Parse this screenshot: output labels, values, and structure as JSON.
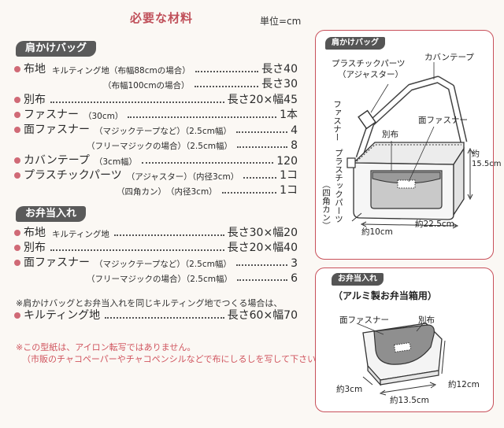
{
  "header": {
    "title": "必要な材料",
    "unit": "単位=cm"
  },
  "shoulder_bag": {
    "badge": "肩かけバッグ",
    "rows": [
      {
        "name": "布地",
        "sub": "キルティング地（布幅88cmの場合）",
        "value": "長さ40"
      },
      {
        "name": "",
        "sub": "（布幅100cmの場合）",
        "value": "長さ30"
      },
      {
        "name": "別布",
        "sub": "",
        "value": "長さ20×幅45"
      },
      {
        "name": "ファスナー",
        "sub": "（30cm）",
        "value": "1本"
      },
      {
        "name": "面ファスナー",
        "sub": "（マジックテープなど）（2.5cm幅）",
        "value": "4"
      },
      {
        "name": "",
        "sub": "（フリーマジックの場合）（2.5cm幅）",
        "value": "8"
      },
      {
        "name": "カバンテープ",
        "sub": "（3cm幅）",
        "value": "120"
      },
      {
        "name": "プラスチックパーツ",
        "sub": "（アジャスター）（内径3cm）",
        "value": "1コ"
      },
      {
        "name": "",
        "sub": "（四角カン）　（内径3cm）",
        "value": "1コ"
      }
    ]
  },
  "lunch_case": {
    "badge": "お弁当入れ",
    "rows": [
      {
        "name": "布地",
        "sub": "キルティング地",
        "value": "長さ30×幅20"
      },
      {
        "name": "別布",
        "sub": "",
        "value": "長さ20×幅40"
      },
      {
        "name": "面ファスナー",
        "sub": "（マジックテープなど）（2.5cm幅）",
        "value": "3"
      },
      {
        "name": "",
        "sub": "（フリーマジックの場合）（2.5cm幅）",
        "value": "6"
      }
    ]
  },
  "shared_note": "※肩かけバッグとお弁当入れを同じキルティング地でつくる場合は、",
  "shared_row": {
    "name": "キルティング地",
    "value": "長さ60×幅70"
  },
  "warnings": [
    "※この型紙は、アイロン転写ではありません。",
    "（市販のチャコペーパーやチャコペンシルなどで布にしるしを写して下さい。）"
  ],
  "bag_panel": {
    "badge": "肩かけバッグ",
    "labels": {
      "plastic_parts": "プラスチックパーツ",
      "adjuster": "（アジャスター）",
      "bag_tape": "カバンテープ",
      "zipper": "ファスナー",
      "contrast_fabric": "別布",
      "hook_fastener": "面ファスナー",
      "plastic_parts_v": "プラスチックパーツ",
      "square_ring_v": "（四角カン）",
      "height": "約15.5cm",
      "depth": "約10cm",
      "width": "約22.5cm"
    }
  },
  "lunch_panel": {
    "badge": "お弁当入れ",
    "subtitle": "（アルミ製お弁当箱用）",
    "labels": {
      "hook_fastener": "面ファスナー",
      "contrast_fabric": "別布",
      "depth": "約3cm",
      "width": "約13.5cm",
      "height": "約12cm"
    }
  }
}
